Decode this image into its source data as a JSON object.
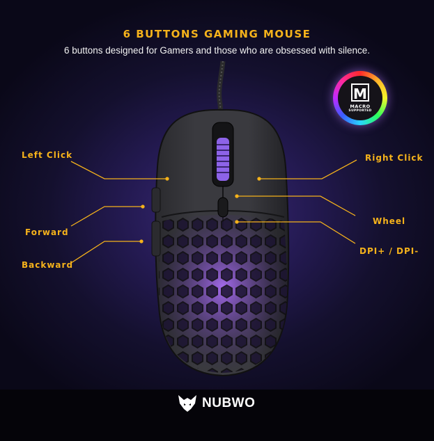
{
  "header": {
    "title": "6 BUTTONS GAMING MOUSE",
    "subtitle": "6 buttons designed for Gamers and those who are obsessed with silence."
  },
  "callouts": {
    "left_click": "Left Click",
    "right_click": "Right Click",
    "forward": "Forward",
    "wheel": "Wheel",
    "backward": "Backward",
    "dpi": "DPI+ / DPI-"
  },
  "badge": {
    "letter": "M",
    "line1": "MACRO",
    "line2": "SUPPORTED"
  },
  "brand": {
    "name": "NUBWO"
  },
  "colors": {
    "accent": "#f5b21b",
    "glow": "#a45bff",
    "background": "#1a1440"
  }
}
